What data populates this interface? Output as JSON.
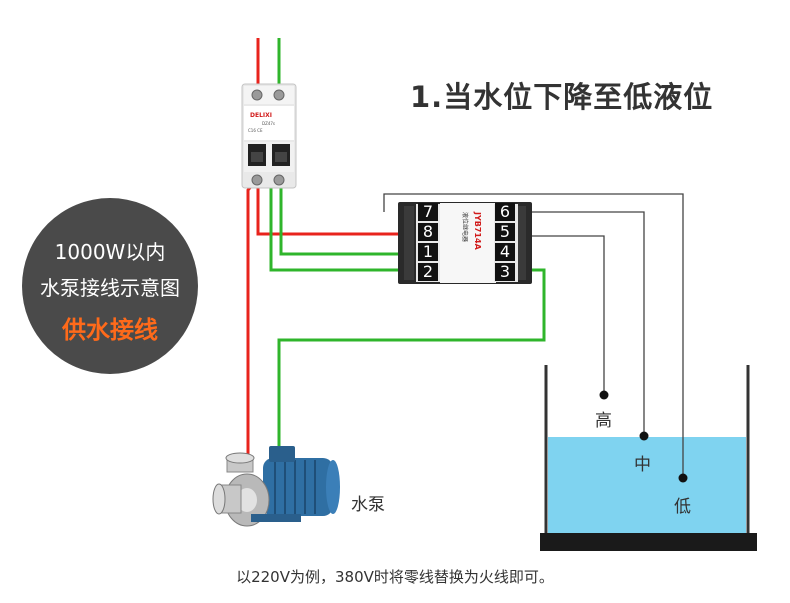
{
  "title": "1.当水位下降至低液位",
  "badge": {
    "line1": "1000W以内",
    "line2": "水泵接线示意图",
    "line3": "供水接线"
  },
  "breaker": {
    "brand": "DELIXI",
    "colors": {
      "phase": "#e8231c",
      "neutral": "#2fb52b"
    }
  },
  "relay": {
    "model": "JYB714A",
    "name": "液位继电器",
    "left_terminals": [
      "7",
      "8",
      "1",
      "2"
    ],
    "right_terminals": [
      "6",
      "5",
      "4",
      "3"
    ]
  },
  "tank": {
    "water_color": "#7fd3f0",
    "probe_high": "高",
    "probe_mid": "中",
    "probe_low": "低"
  },
  "pump": {
    "label": "水泵"
  },
  "note": "以220V为例，380V时将零线替换为火线即可。"
}
